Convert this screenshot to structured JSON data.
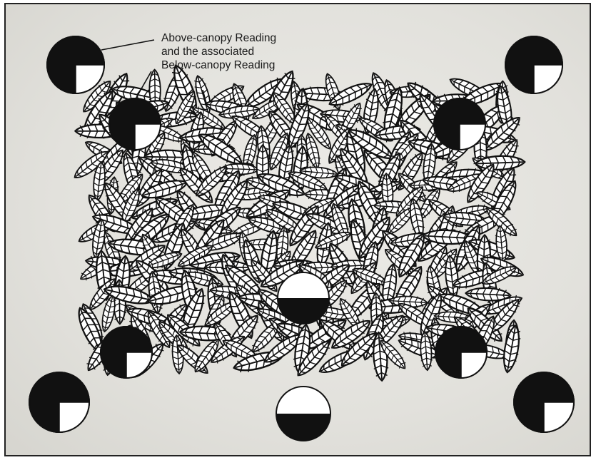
{
  "annotation": {
    "lines": [
      "Above-canopy Reading",
      "and the associated",
      "Below-canopy Reading"
    ]
  },
  "colors": {
    "background": "#e4e3de",
    "ink": "#111111",
    "paper": "#ffffff"
  },
  "icons": [
    "sensor-reading-icon",
    "leaf-icon"
  ]
}
